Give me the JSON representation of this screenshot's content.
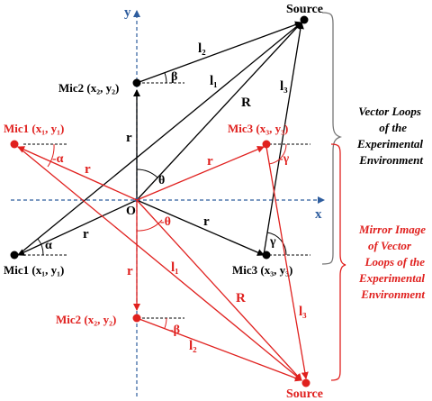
{
  "colors": {
    "black": "#000000",
    "red": "#e0201e",
    "axis": "#2e5d9e"
  },
  "axes": {
    "x_label": "x",
    "y_label": "y"
  },
  "origin_label": "O",
  "labels": {
    "source_top": "Source",
    "source_bottom": "Source",
    "mic1_black": "Mic1 (x₁, y₁)",
    "mic2_black": "Mic2 (x₂, y₂)",
    "mic3_black": "Mic3 (x₃, y₃)",
    "mic1_red": "Mic1 (x₁, y₁)",
    "mic2_red": "Mic2 (x₂, y₂)",
    "mic3_red": "Mic3 (x₃, y₃)"
  },
  "vectors": {
    "r": "r",
    "R": "R",
    "l1": "l₁",
    "l2": "l₂",
    "l3": "l₃"
  },
  "angles": {
    "alpha": "α",
    "beta": "β",
    "gamma": "γ",
    "theta": "θ",
    "neg_alpha": "-α",
    "neg_beta": "-β",
    "neg_gamma": "-γ",
    "neg_theta": "-θ"
  },
  "brackets": {
    "top_text": [
      "Vector Loops",
      "of the",
      "Experimental",
      "Environment"
    ],
    "bottom_text": [
      "Mirror Image",
      "of Vector",
      "Loops of the",
      "Experimental",
      "Environment"
    ]
  }
}
